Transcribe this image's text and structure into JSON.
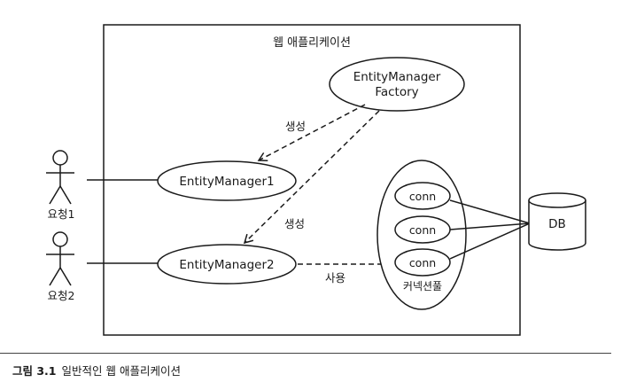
{
  "diagram": {
    "container_title": "웹 애플리케이션",
    "factory_line1": "EntityManager",
    "factory_line2": "Factory",
    "em1": "EntityManager1",
    "em2": "EntityManager2",
    "create_label_1": "생성",
    "create_label_2": "생성",
    "use_label": "사용",
    "conn_1": "conn",
    "conn_2": "conn",
    "conn_3": "conn",
    "pool_label": "커넥션풀",
    "db_label": "DB",
    "actor_1": "요청1",
    "actor_2": "요청2"
  },
  "caption": {
    "figure": "그림 3.1",
    "text": "일반적인 웹 애플리케이션"
  }
}
